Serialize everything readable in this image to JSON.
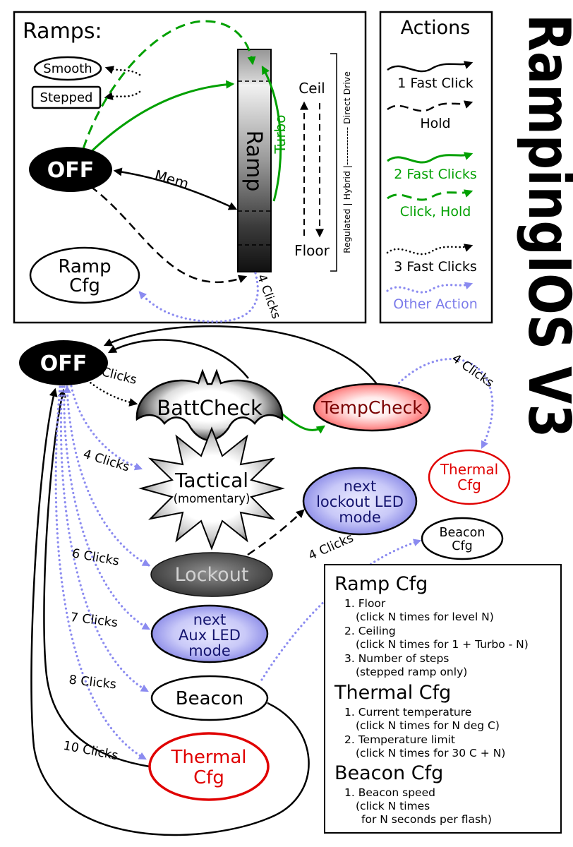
{
  "title": "RampingIOS V3",
  "colors": {
    "green": "#00a000",
    "blue": "#8b8bf0",
    "red": "#e00000",
    "black": "#000000"
  },
  "ramps_panel": {
    "title": "Ramps:",
    "smooth": "Smooth",
    "stepped": "Stepped",
    "off": "OFF",
    "ramp": "Ramp",
    "turbo": "Turbo",
    "ceil": "Ceil",
    "floor": "Floor",
    "mem": "Mem",
    "regulation": "Regulated | Hybrid |------------ Direct Drive",
    "ramp_cfg_line1": "Ramp",
    "ramp_cfg_line2": "Cfg",
    "clicks4": "4 Clicks"
  },
  "actions_panel": {
    "title": "Actions",
    "items": [
      {
        "label": "1 Fast Click",
        "style": "solid-black"
      },
      {
        "label": "Hold",
        "style": "dashed-black"
      },
      {
        "label": "2 Fast Clicks",
        "style": "solid-green"
      },
      {
        "label": "Click, Hold",
        "style": "dashed-green"
      },
      {
        "label": "3 Fast Clicks",
        "style": "dotted-black"
      },
      {
        "label": "Other Action",
        "style": "dotted-blue"
      }
    ]
  },
  "states": {
    "off": "OFF",
    "battcheck": "BattCheck",
    "tempcheck": "TempCheck",
    "thermal_cfg_line1": "Thermal",
    "thermal_cfg_line2": "Cfg",
    "tactical_line1": "Tactical",
    "tactical_line2": "(momentary)",
    "lockout": "Lockout",
    "lockout_led_line1": "next",
    "lockout_led_line2": "lockout LED",
    "lockout_led_line3": "mode",
    "aux_led_line1": "next",
    "aux_led_line2": "Aux LED",
    "aux_led_line3": "mode",
    "beacon": "Beacon",
    "beacon_cfg_line1": "Beacon",
    "beacon_cfg_line2": "Cfg"
  },
  "transitions": {
    "clicks3": "3 Clicks",
    "clicks4_tactical": "4 Clicks",
    "clicks4_thermal": "4 Clicks",
    "clicks4_beacon": "4 Clicks",
    "clicks6": "6 Clicks",
    "clicks7": "7 Clicks",
    "clicks8": "8 Clicks",
    "clicks10": "10 Clicks"
  },
  "config_box": {
    "sections": [
      {
        "heading": "Ramp Cfg",
        "lines": [
          "1. Floor",
          "(click N times for level N)",
          "2. Ceiling",
          "(click N times for 1 + Turbo - N)",
          "3. Number of steps",
          "(stepped ramp only)"
        ]
      },
      {
        "heading": "Thermal Cfg",
        "lines": [
          "1. Current temperature",
          "(click N times for N deg C)",
          "2. Temperature limit",
          "(click N times for 30 C + N)"
        ]
      },
      {
        "heading": "Beacon Cfg",
        "lines": [
          "1. Beacon speed",
          "(click N times",
          "for N seconds per flash)"
        ]
      }
    ]
  }
}
